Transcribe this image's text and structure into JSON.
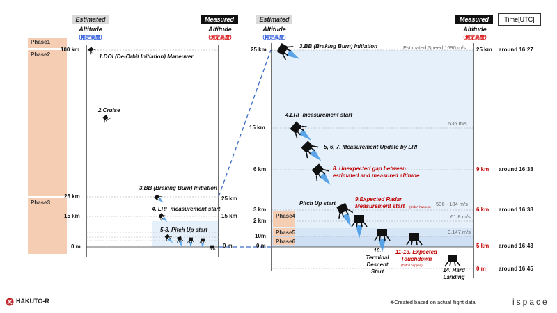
{
  "headers": {
    "estimated": "Estimated",
    "measured": "Measured",
    "altitude": "Altitude",
    "estimated_jp": "（推定高度）",
    "measured_jp": "（測定高度）",
    "time": "Time[UTC]"
  },
  "phases": [
    "Phase1",
    "Phase2",
    "Phase3",
    "Phase4",
    "Phase5",
    "Phase6"
  ],
  "left_axis": {
    "ticks_estimated": [
      "100 km",
      "25 km",
      "15 km",
      "0 m"
    ],
    "ticks_measured": [
      "25 km",
      "15 km",
      "0 m"
    ]
  },
  "left_events": {
    "doi": "1.DOI (De-Orbit Initiation) Maneuver",
    "cruise": "2.Cruise",
    "bb": "3.BB (Braking Burn)  Initiation",
    "lrf": "4. LRF measurement start",
    "pitch": "5-8. Pitch Up start"
  },
  "right_axis": {
    "ticks_estimated": [
      "25 km",
      "15 km",
      "6 km",
      "3 km",
      "2 km",
      "10m",
      "0 m"
    ],
    "ticks_measured": [
      "25 km",
      "9 km",
      "6 km",
      "5 km",
      "0 m"
    ]
  },
  "right_events": {
    "bb": "3.BB (Braking Burn) Initiation",
    "lrf": "4.LRF measurement start",
    "update": "5, 6, 7. Measurement Update by LRF",
    "gap_1": "8. Unexpected gap between",
    "gap_2": "estimated and measured altitude",
    "pitch": "Pitch Up start",
    "radar_1": "9.Expected Radar",
    "radar_2": "Measurement start",
    "radar_note": "(Didn't happen)",
    "terminal_1": "10.",
    "terminal_2": "Terminal",
    "terminal_3": "Descent",
    "terminal_4": "Start",
    "touchdown_1": "11-13. Expected",
    "touchdown_2": "Touchdown",
    "touchdown_note": "(Didn't happen)",
    "hard_1": "14. Hard",
    "hard_2": "Landing"
  },
  "speeds": [
    "Estimated Speed 1690 m/s",
    "536 m/s",
    "536 - 184 m/s",
    "61.8 m/s",
    "0.147 m/s"
  ],
  "times": [
    "around 16:27",
    "around 16:38",
    "around 16:38",
    "around 16:43",
    "around 16:45"
  ],
  "footer": {
    "brand": "HAKUTO-R",
    "note": "※Created based on actual flight data",
    "company": "ispace"
  },
  "colors": {
    "phase_bg": "#f4cdb3",
    "panel_bg": "#e6f0fb",
    "plume": "#4a9be6",
    "highlight_red": "#c00000",
    "dashed_link": "#3c6bc4"
  }
}
